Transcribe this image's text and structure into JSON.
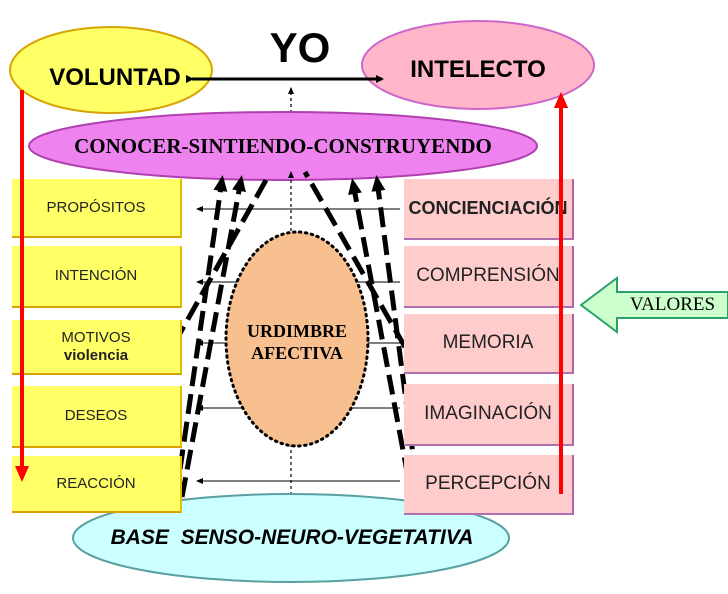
{
  "top": {
    "yo": "YO",
    "voluntad": "VOLUNTAD",
    "intelecto": "INTELECTO"
  },
  "conocer": "CONOCER-SINTIENDO-CONSTRUYENDO",
  "left_boxes": [
    {
      "label": "PROPÓSITOS"
    },
    {
      "label": "INTENCIÓN"
    },
    {
      "label": "MOTIVOS",
      "sub": "violencia"
    },
    {
      "label": "DESEOS"
    },
    {
      "label": "REACCIÓN"
    }
  ],
  "right_boxes": [
    {
      "label": "CONCIENCIACIÓN"
    },
    {
      "label": "COMPRENSIÓN"
    },
    {
      "label": "MEMORIA"
    },
    {
      "label": "IMAGINACIÓN"
    },
    {
      "label": "PERCEPCIÓN"
    }
  ],
  "center": {
    "line1": "URDIMBRE",
    "line2": "AFECTIVA"
  },
  "valores": "VALORES",
  "base": "BASE  SENSO-NEURO-VEGETATIVA",
  "colors": {
    "yellow": "#ffff66",
    "pink": "#ffb6c8",
    "magenta": "#ee82ee",
    "peach": "#f9c08f",
    "cyan": "#ccffff",
    "green": "#ccffcc",
    "red": "#ff0000"
  }
}
